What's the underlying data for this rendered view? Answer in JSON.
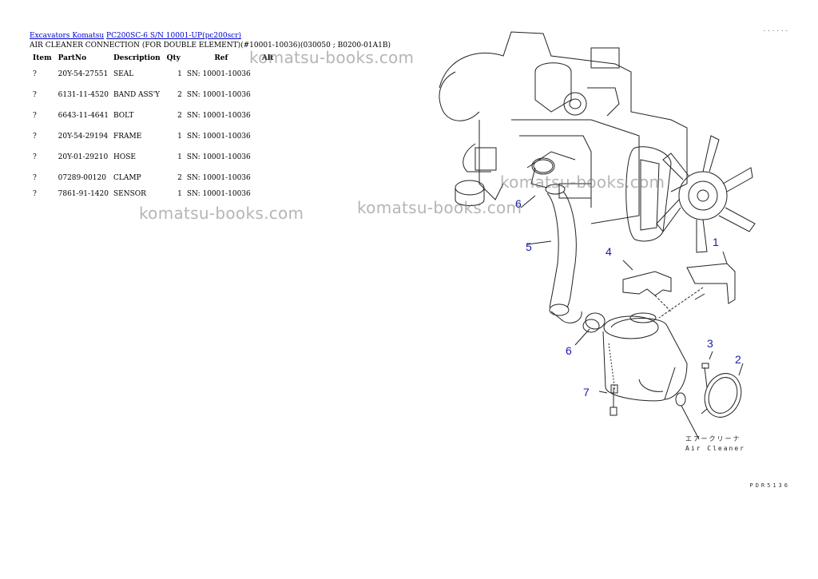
{
  "breadcrumb": {
    "link1": "Excavators Komatsu",
    "link2": "PC200SC-6 S/N 10001-UP(pc200scr)"
  },
  "subtitle": "AIR CLEANER CONNECTION (FOR DOUBLE ELEMENT)(#10001-10036)(030050 ; B0200-01A1B)",
  "table": {
    "headers": {
      "item": "Item",
      "partno": "PartNo",
      "description": "Description",
      "qty": "Qty",
      "ref": "Ref",
      "alt": "Alt"
    },
    "rows": [
      {
        "item": "?",
        "partno": "20Y-54-27551",
        "description": "SEAL",
        "qty": "1",
        "ref": "SN: 10001-10036"
      },
      {
        "item": "?",
        "partno": "6131-11-4520",
        "description": "BAND ASS'Y",
        "qty": "2",
        "ref": "SN: 10001-10036"
      },
      {
        "item": "?",
        "partno": "6643-11-4641",
        "description": "BOLT",
        "qty": "2",
        "ref": "SN: 10001-10036"
      },
      {
        "item": "?",
        "partno": "20Y-54-29194",
        "description": "FRAME",
        "qty": "1",
        "ref": "SN: 10001-10036"
      },
      {
        "item": "?",
        "partno": "20Y-01-29210",
        "description": "HOSE",
        "qty": "1",
        "ref": "SN: 10001-10036"
      },
      {
        "item": "?",
        "partno": "07289-00120",
        "description": "CLAMP",
        "qty": "2",
        "ref": "SN: 10001-10036"
      },
      {
        "item": "?",
        "partno": "7861-91-1420",
        "description": "SENSOR",
        "qty": "1",
        "ref": "SN: 10001-10036"
      }
    ]
  },
  "watermark": "komatsu-books.com",
  "diagram": {
    "callouts": [
      "1",
      "2",
      "3",
      "4",
      "5",
      "6",
      "6",
      "7"
    ],
    "label_jp": "エアークリーナ",
    "label_en": "Air Cleaner",
    "code": "PDR5136",
    "corner_dots": "......",
    "callout_color": "#1a1aa8"
  }
}
